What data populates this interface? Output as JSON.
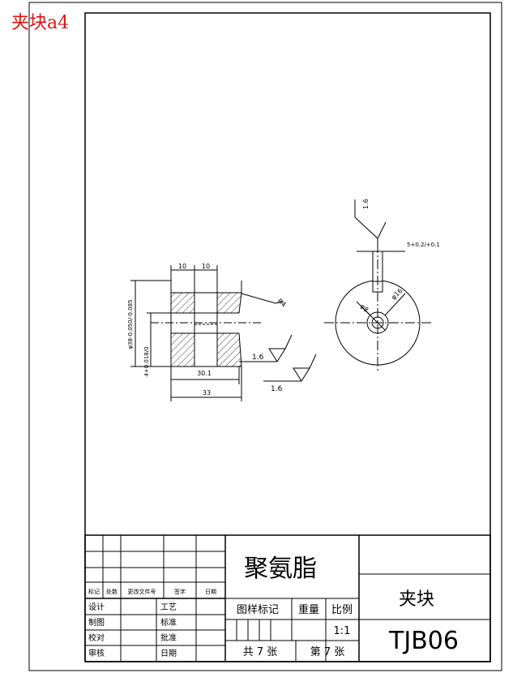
{
  "corner_label": "夹块a4",
  "drawing": {
    "dims": {
      "top_left": "10",
      "top_right": "10",
      "chamfer": "R4",
      "vertical_left": "φ38-0.050/-0.085",
      "vertical_small": "4+0.018/0",
      "inner_width": "30.1",
      "overall_width": "33",
      "finish_1": "1.6",
      "finish_2": "1.6",
      "finish_3": "1.6",
      "side_tol": "5+0.2/+0.1",
      "hole_small": "φ8",
      "hole_large": "φ16"
    }
  },
  "title_block": {
    "material": "聚氨脂",
    "part_name": "夹块",
    "drawing_no": "TJB06",
    "rev_headers": [
      "标记",
      "处数",
      "更改文件号",
      "签字",
      "日期"
    ],
    "left_labels": [
      "设计",
      "制图",
      "校对",
      "审核"
    ],
    "mid_labels": [
      "工艺",
      "标准",
      "批准",
      "日期"
    ],
    "headers": [
      "图样标记",
      "重量",
      "比例"
    ],
    "scale": "1:1",
    "sheet_total": "共 7 张",
    "sheet_number": "第 7 张"
  }
}
